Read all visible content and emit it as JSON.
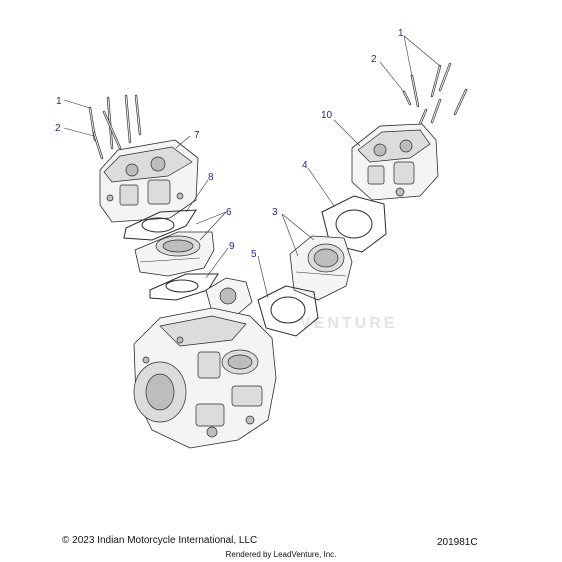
{
  "callouts": {
    "c1a": "1",
    "c1b": "1",
    "c2a": "2",
    "c2b": "2",
    "c3": "3",
    "c4": "4",
    "c5": "5",
    "c6": "6",
    "c7": "7",
    "c8": "8",
    "c9": "9",
    "c10": "10"
  },
  "watermark": "VENTURE",
  "footer": {
    "copyright": "© 2023 Indian Motorcycle International, LLC",
    "part_number": "201981C",
    "rendered_by": "Rendered by LeadVenture, Inc."
  },
  "colors": {
    "callout": "#1b2a8c",
    "line": "#2a2a2a"
  }
}
